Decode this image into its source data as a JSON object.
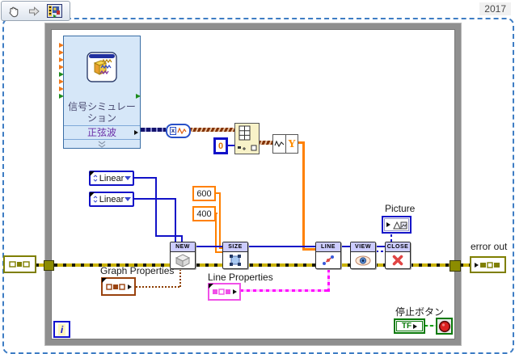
{
  "meta": {
    "version_label": "2017"
  },
  "toolbar": {
    "tools": [
      "hand",
      "arrow",
      "vi"
    ]
  },
  "express_vi": {
    "title": "信号シミュレーション",
    "output_terminal": "正弦波"
  },
  "constants": {
    "index0": "0",
    "width": "600",
    "height": "400",
    "rings": [
      "Linear",
      "Linear"
    ]
  },
  "picture_nodes": {
    "new": "NEW",
    "size": "SIZE",
    "line": "LINE",
    "view": "VIEW",
    "close": "CLOSE"
  },
  "waveform_component_label": "Y",
  "labels": {
    "graph_properties": "Graph Properties",
    "line_properties": "Line Properties",
    "picture": "Picture",
    "error_out": "error out",
    "stop_button": "停止ボタン"
  },
  "loop": {
    "iteration_label": "i",
    "stop_terminal_label": "TF"
  },
  "colors": {
    "marquee_blue": "#3E7DC4",
    "loop_border_gray": "#8F8F8F",
    "express_vi_bg": "#D6E7F8",
    "node_header_lavender": "#CCCCFF",
    "wire_orange": "#FF8000",
    "wire_blue": "#1212C8",
    "wire_error_yellow": "#C9B200",
    "wire_pink": "#FF00FF",
    "wire_green": "#00A000",
    "wire_brown": "#8B3C00",
    "wire_navy_dynamic": "#14146E"
  }
}
